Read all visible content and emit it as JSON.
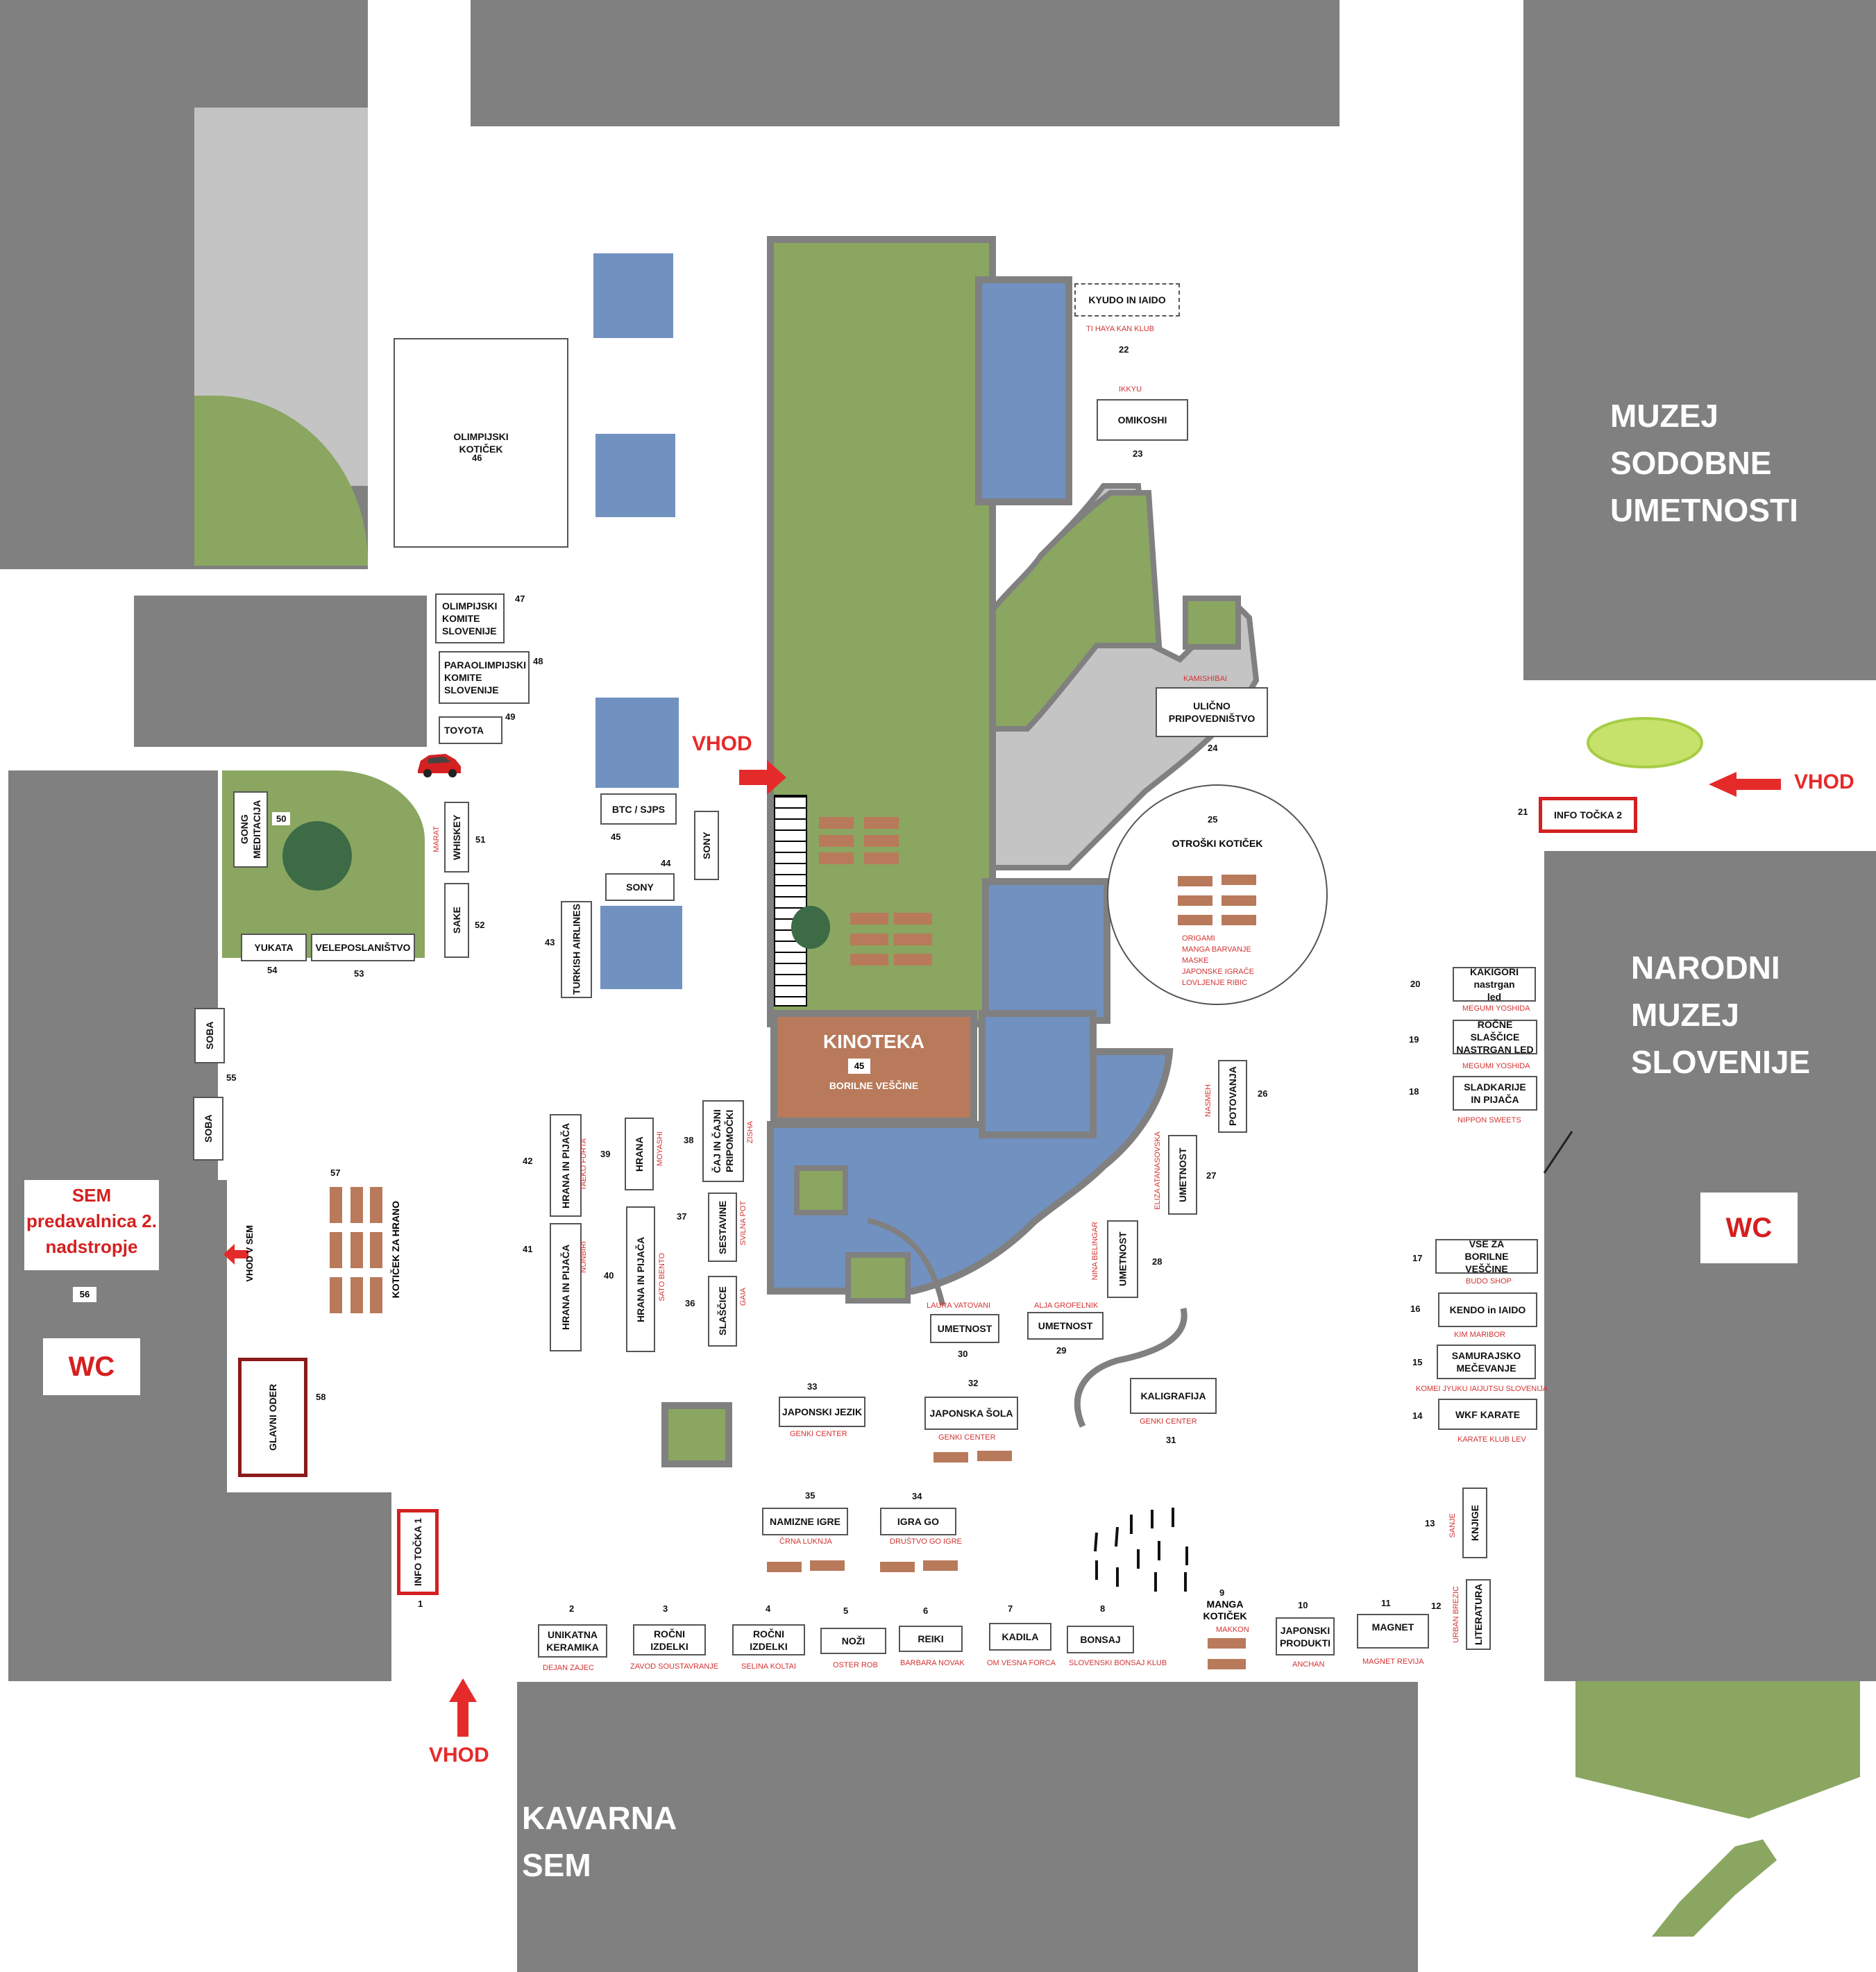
{
  "buildings": {
    "msu": "MUZEJ SODOBNE UMETNOSTI",
    "nms": "NARODNI MUZEJ SLOVENIJE",
    "kavarna": "KAVARNA SEM"
  },
  "entrances": {
    "label": "VHOD"
  },
  "wc": {
    "label": "WC"
  },
  "sem": {
    "label": "SEM predavalnica 2. nadstropje",
    "num": "56",
    "side_label": "VHOD V SEM"
  },
  "kinoteka": {
    "title": "KINOTEKA",
    "num": "45",
    "subtitle": "BORILNE VEŠČINE"
  },
  "stands": [
    {
      "id": "s46",
      "label": "OLIMPIJSKI KOTIČEK",
      "num": "46"
    },
    {
      "id": "s47",
      "label": "OLIMPIJSKI KOMITE SLOVENIJE",
      "num": "47"
    },
    {
      "id": "s48",
      "label": "PARAOLIMPIJSKI KOMITE SLOVENIJE",
      "num": "48"
    },
    {
      "id": "s49",
      "label": "TOYOTA",
      "num": "49"
    },
    {
      "id": "s50",
      "label": "GONG MEDITACIJA",
      "num": "50"
    },
    {
      "id": "s51",
      "label": "WHISKEY",
      "num": "51",
      "sponsor": "MARAT"
    },
    {
      "id": "s52",
      "label": "SAKE",
      "num": "52"
    },
    {
      "id": "s53",
      "label": "VELEPOSLANIŠTVO",
      "num": "53"
    },
    {
      "id": "s54",
      "label": "YUKATA",
      "num": "54"
    },
    {
      "id": "s55a",
      "label": "SOBA",
      "num": "55"
    },
    {
      "id": "s55b",
      "label": "SOBA"
    },
    {
      "id": "s57",
      "label": "KOTIČEK ZA HRANO",
      "num": "57"
    },
    {
      "id": "s58",
      "label": "GLAVNI ODER",
      "num": "58"
    },
    {
      "id": "s1",
      "label": "INFO TOČKA 1",
      "num": "1"
    },
    {
      "id": "s21",
      "label": "INFO TOČKA 2",
      "num": "21"
    },
    {
      "id": "s45b",
      "label": "BTC / SJPS",
      "num": "45"
    },
    {
      "id": "s44a",
      "label": "SONY",
      "num": "44"
    },
    {
      "id": "s44b",
      "label": "SONY"
    },
    {
      "id": "s43",
      "label": "TURKISH AIRLINES",
      "num": "43"
    },
    {
      "id": "s42",
      "label": "HRANA IN PIJAČA",
      "num": "42",
      "sponsor": "TAEKO FURTA"
    },
    {
      "id": "s41",
      "label": "HRANA IN PIJAČA",
      "num": "41",
      "sponsor": "NONBIRI"
    },
    {
      "id": "s39",
      "label": "HRANA",
      "num": "39",
      "sponsor": "MOYASHI"
    },
    {
      "id": "s40",
      "label": "HRANA IN PIJAČA",
      "num": "40",
      "sponsor": "SATO BENTO"
    },
    {
      "id": "s38",
      "label": "ČAJ IN ČAJNI PRIPOMOČKI",
      "num": "38",
      "sponsor": "ZISHA"
    },
    {
      "id": "s37",
      "label": "SESTAVINE",
      "num": "37",
      "sponsor": "SVILNA POT"
    },
    {
      "id": "s36",
      "label": "SLAŠČICE",
      "num": "36",
      "sponsor": "GAIA"
    },
    {
      "id": "s22",
      "label": "KYUDO IN IAIDO",
      "num": "22",
      "sponsor": "TI HAYA KAN KLUB"
    },
    {
      "id": "s23",
      "label": "OMIKOSHI",
      "num": "23",
      "sponsor": "IKKYU"
    },
    {
      "id": "s24",
      "label": "ULIČNO PRIPOVEDNIŠTVO",
      "num": "24",
      "sponsor": "KAMISHIBAI"
    },
    {
      "id": "s25",
      "label": "OTROŠKI KOTIČEK",
      "num": "25",
      "activities": [
        "ORIGAMI",
        "MANGA BARVANJE",
        "MASKE",
        "JAPONSKE IGRAČE",
        "LOVLJENJE RIBIC"
      ]
    },
    {
      "id": "s26",
      "label": "POTOVANJA",
      "num": "26",
      "sponsor": "NASMEH"
    },
    {
      "id": "s27",
      "label": "UMETNOST",
      "num": "27",
      "sponsor": "ELIZA ATANASOVSKA"
    },
    {
      "id": "s28",
      "label": "UMETNOST",
      "num": "28",
      "sponsor": "NINA BELINGAR"
    },
    {
      "id": "s29",
      "label": "UMETNOST",
      "num": "29",
      "sponsor": "ALJA GROFELNIK"
    },
    {
      "id": "s30",
      "label": "UMETNOST",
      "num": "30",
      "sponsor": "LAURA VATOVANI"
    },
    {
      "id": "s31",
      "label": "KALIGRAFIJA",
      "num": "31",
      "sponsor": "GENKI CENTER"
    },
    {
      "id": "s32",
      "label": "JAPONSKA ŠOLA",
      "num": "32",
      "sponsor": "GENKI CENTER"
    },
    {
      "id": "s33",
      "label": "JAPONSKI JEZIK",
      "num": "33",
      "sponsor": "GENKI CENTER"
    },
    {
      "id": "s34",
      "label": "IGRA GO",
      "num": "34",
      "sponsor": "DRUŠTVO GO IGRE"
    },
    {
      "id": "s35",
      "label": "NAMIZNE IGRE",
      "num": "35",
      "sponsor": "ČRNA LUKNJA"
    },
    {
      "id": "s20",
      "label": "KAKIGORI nastrgan led",
      "num": "20",
      "sponsor": "MEGUMI YOSHIDA"
    },
    {
      "id": "s19",
      "label": "ROČNE SLAŠČICE NASTRGAN LED",
      "num": "19",
      "sponsor": "MEGUMI YOSHIDA"
    },
    {
      "id": "s18",
      "label": "SLADKARIJE IN PIJAČA",
      "num": "18",
      "sponsor": "NIPPON SWEETS"
    },
    {
      "id": "s17",
      "label": "VSE ZA BORILNE VEŠČINE",
      "num": "17",
      "sponsor": "BUDO SHOP"
    },
    {
      "id": "s16",
      "label": "KENDO in IAIDO",
      "num": "16",
      "sponsor": "KIM MARIBOR"
    },
    {
      "id": "s15",
      "label": "SAMURAJSKO MEČEVANJE",
      "num": "15",
      "sponsor": "KOMEI JYUKU IAIJUTSU SLOVENIJA"
    },
    {
      "id": "s14",
      "label": "WKF KARATE",
      "num": "14",
      "sponsor": "KARATE KLUB LEV"
    },
    {
      "id": "s13",
      "label": "KNJIGE",
      "num": "13",
      "sponsor": "SANJE"
    },
    {
      "id": "s12",
      "label": "LITERATURA",
      "num": "12",
      "sponsor": "URBAN BREZIC"
    },
    {
      "id": "s11",
      "label": "MAGNET",
      "num": "11",
      "sponsor": "MAGNET REVIJA"
    },
    {
      "id": "s10",
      "label": "JAPONSKI PRODUKTI",
      "num": "10",
      "sponsor": "ANCHAN"
    },
    {
      "id": "s9",
      "label": "MANGA KOTIČEK",
      "num": "9",
      "sponsor": "MAKKON"
    },
    {
      "id": "s8",
      "label": "BONSAJ",
      "num": "8",
      "sponsor": "SLOVENSKI BONSAJ KLUB"
    },
    {
      "id": "s7",
      "label": "KADILA",
      "num": "7",
      "sponsor": "OM VESNA FORCA"
    },
    {
      "id": "s6",
      "label": "REIKI",
      "num": "6",
      "sponsor": "BARBARA NOVAK"
    },
    {
      "id": "s5",
      "label": "NOŽI",
      "num": "5",
      "sponsor": "OSTER ROB"
    },
    {
      "id": "s4",
      "label": "ROČNI IZDELKI",
      "num": "4",
      "sponsor": "SELINA KOLTAI"
    },
    {
      "id": "s3",
      "label": "ROČNI IZDELKI",
      "num": "3",
      "sponsor": "ZAVOD SOUSTAVRANJE"
    },
    {
      "id": "s2",
      "label": "UNIKATNA KERAMIKA",
      "num": "2",
      "sponsor": "DEJAN ZAJEC"
    }
  ],
  "colors": {
    "building": "#808080",
    "grass": "#8aa660",
    "water": "#7191c0",
    "paving": "#c4c4c4",
    "bench": "#b87a5a",
    "accent_red": "#e52a2a",
    "stage": "#8b1a1a"
  }
}
